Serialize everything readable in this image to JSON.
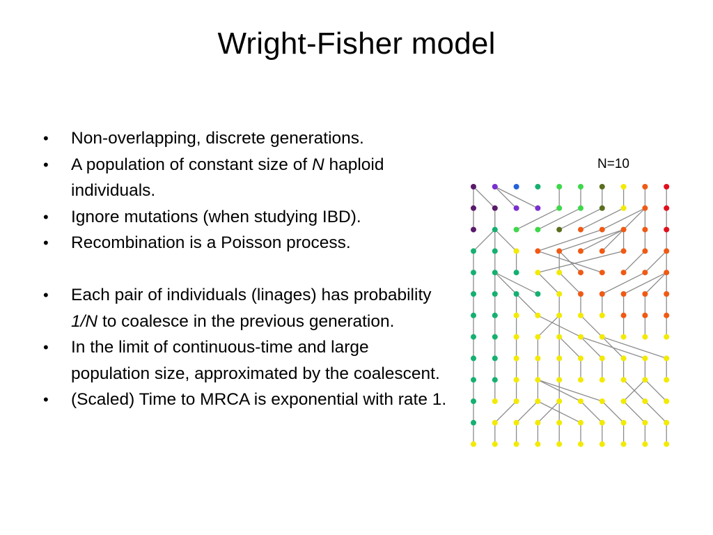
{
  "slide": {
    "title": "Wright-Fisher model",
    "n_label": "N=10"
  },
  "bullets": [
    {
      "segments": [
        {
          "text": "Non-overlapping, discrete generations."
        }
      ]
    },
    {
      "segments": [
        {
          "text": "A population of constant size of "
        },
        {
          "text": "N",
          "italic": true
        },
        {
          "text": " haploid individuals."
        }
      ]
    },
    {
      "segments": [
        {
          "text": "Ignore mutations (when studying IBD)."
        }
      ]
    },
    {
      "segments": [
        {
          "text": "Recombination is a Poisson process."
        }
      ]
    },
    {
      "gap_before": true,
      "segments": [
        {
          "text": "Each pair of individuals (linages) has probability "
        },
        {
          "text": "1/N",
          "italic": true
        },
        {
          "text": " to coalesce in the previous generation."
        }
      ]
    },
    {
      "segments": [
        {
          "text": "In the limit of continuous-time and large population size, approximated by the coalescent."
        }
      ]
    },
    {
      "segments": [
        {
          "text": "(Scaled) Time to MRCA is exponential with rate 1."
        }
      ]
    }
  ],
  "wright_fisher": {
    "population_size": 10,
    "generation_count": 13,
    "line_color": "#8c8c8c",
    "palette": {
      "P": "#5a1a6a",
      "V": "#7a2fd0",
      "B": "#2462d8",
      "T": "#15b070",
      "G": "#3ed84a",
      "O": "#5a6e1e",
      "Y": "#f2ea00",
      "R": "#f05a14",
      "D": "#e0101c"
    },
    "generations": [
      "PVBTGGOYRD",
      "PPVVGGOYRD",
      "PTGGORRRRD",
      "TTYRRRRRRR",
      "TTTYYRRRRR",
      "TTTTYRRRRR",
      "TTYYYYYRRR",
      "TTYYYYYYYY",
      "TTYYYYYYYY",
      "TTYYYYYYYY",
      "TYYYYYYYYY",
      "TYYYYYYYYY",
      "YYYYYYYYYY"
    ],
    "parents": [
      [
        0,
        0,
        1,
        1,
        4,
        5,
        6,
        7,
        8,
        9
      ],
      [
        0,
        1,
        4,
        5,
        6,
        7,
        8,
        8,
        8,
        9
      ],
      [
        1,
        1,
        1,
        6,
        7,
        7,
        7,
        7,
        8,
        9
      ],
      [
        0,
        1,
        2,
        7,
        4,
        4,
        3,
        8,
        9,
        9
      ],
      [
        0,
        1,
        1,
        1,
        3,
        4,
        8,
        9,
        9,
        9
      ],
      [
        0,
        1,
        2,
        2,
        4,
        5,
        6,
        7,
        8,
        9
      ],
      [
        0,
        1,
        2,
        4,
        4,
        3,
        5,
        7,
        8,
        9
      ],
      [
        0,
        1,
        2,
        3,
        4,
        4,
        5,
        6,
        5,
        6
      ],
      [
        0,
        1,
        2,
        3,
        4,
        5,
        6,
        7,
        8,
        9
      ],
      [
        0,
        1,
        2,
        3,
        4,
        3,
        3,
        8,
        7,
        8
      ],
      [
        0,
        2,
        3,
        4,
        4,
        3,
        5,
        6,
        7,
        8
      ],
      [
        0,
        1,
        2,
        3,
        4,
        5,
        6,
        7,
        8,
        9
      ]
    ]
  }
}
